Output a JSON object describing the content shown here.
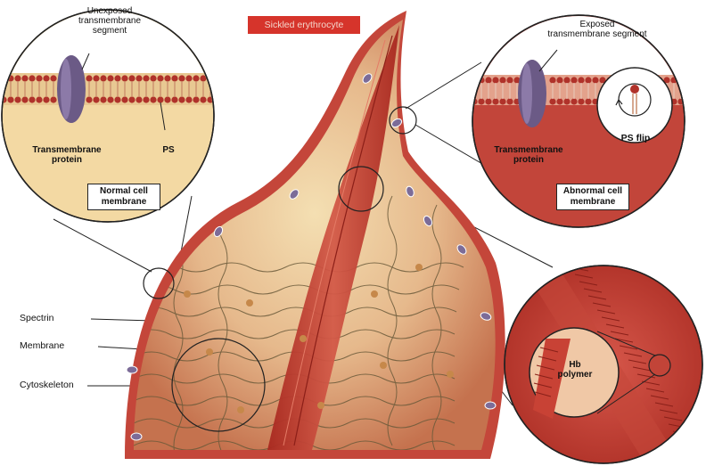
{
  "title": "Sickled erythrocyte",
  "left_inset": {
    "segment_label_line1": "Unexposed",
    "segment_label_line2": "transmembrane",
    "segment_label_line3": "segment",
    "protein_label_line1": "Transmembrane",
    "protein_label_line2": "protein",
    "ps_label": "PS",
    "box_line1": "Normal cell",
    "box_line2": "membrane"
  },
  "right_inset": {
    "segment_label_line1": "Exposed",
    "segment_label_line2": "transmembrane segment",
    "protein_label_line1": "Transmembrane",
    "protein_label_line2": "protein",
    "ps_flip_label": "PS flip",
    "box_line1": "Abnormal cell",
    "box_line2": "membrane"
  },
  "polymer_inset": {
    "label_line1": "Hb",
    "label_line2": "polymer"
  },
  "callouts": {
    "spectrin": "Spectrin",
    "membrane": "Membrane",
    "cytoskeleton": "Cytoskeleton"
  },
  "colors": {
    "title_bg": "#d6342b",
    "membrane_red": "#c9473a",
    "cytoplasm": "#f3d9a3",
    "cell_red": "#b8332a",
    "lipid_head": "#b0322a",
    "protein": "#6b5a86"
  }
}
